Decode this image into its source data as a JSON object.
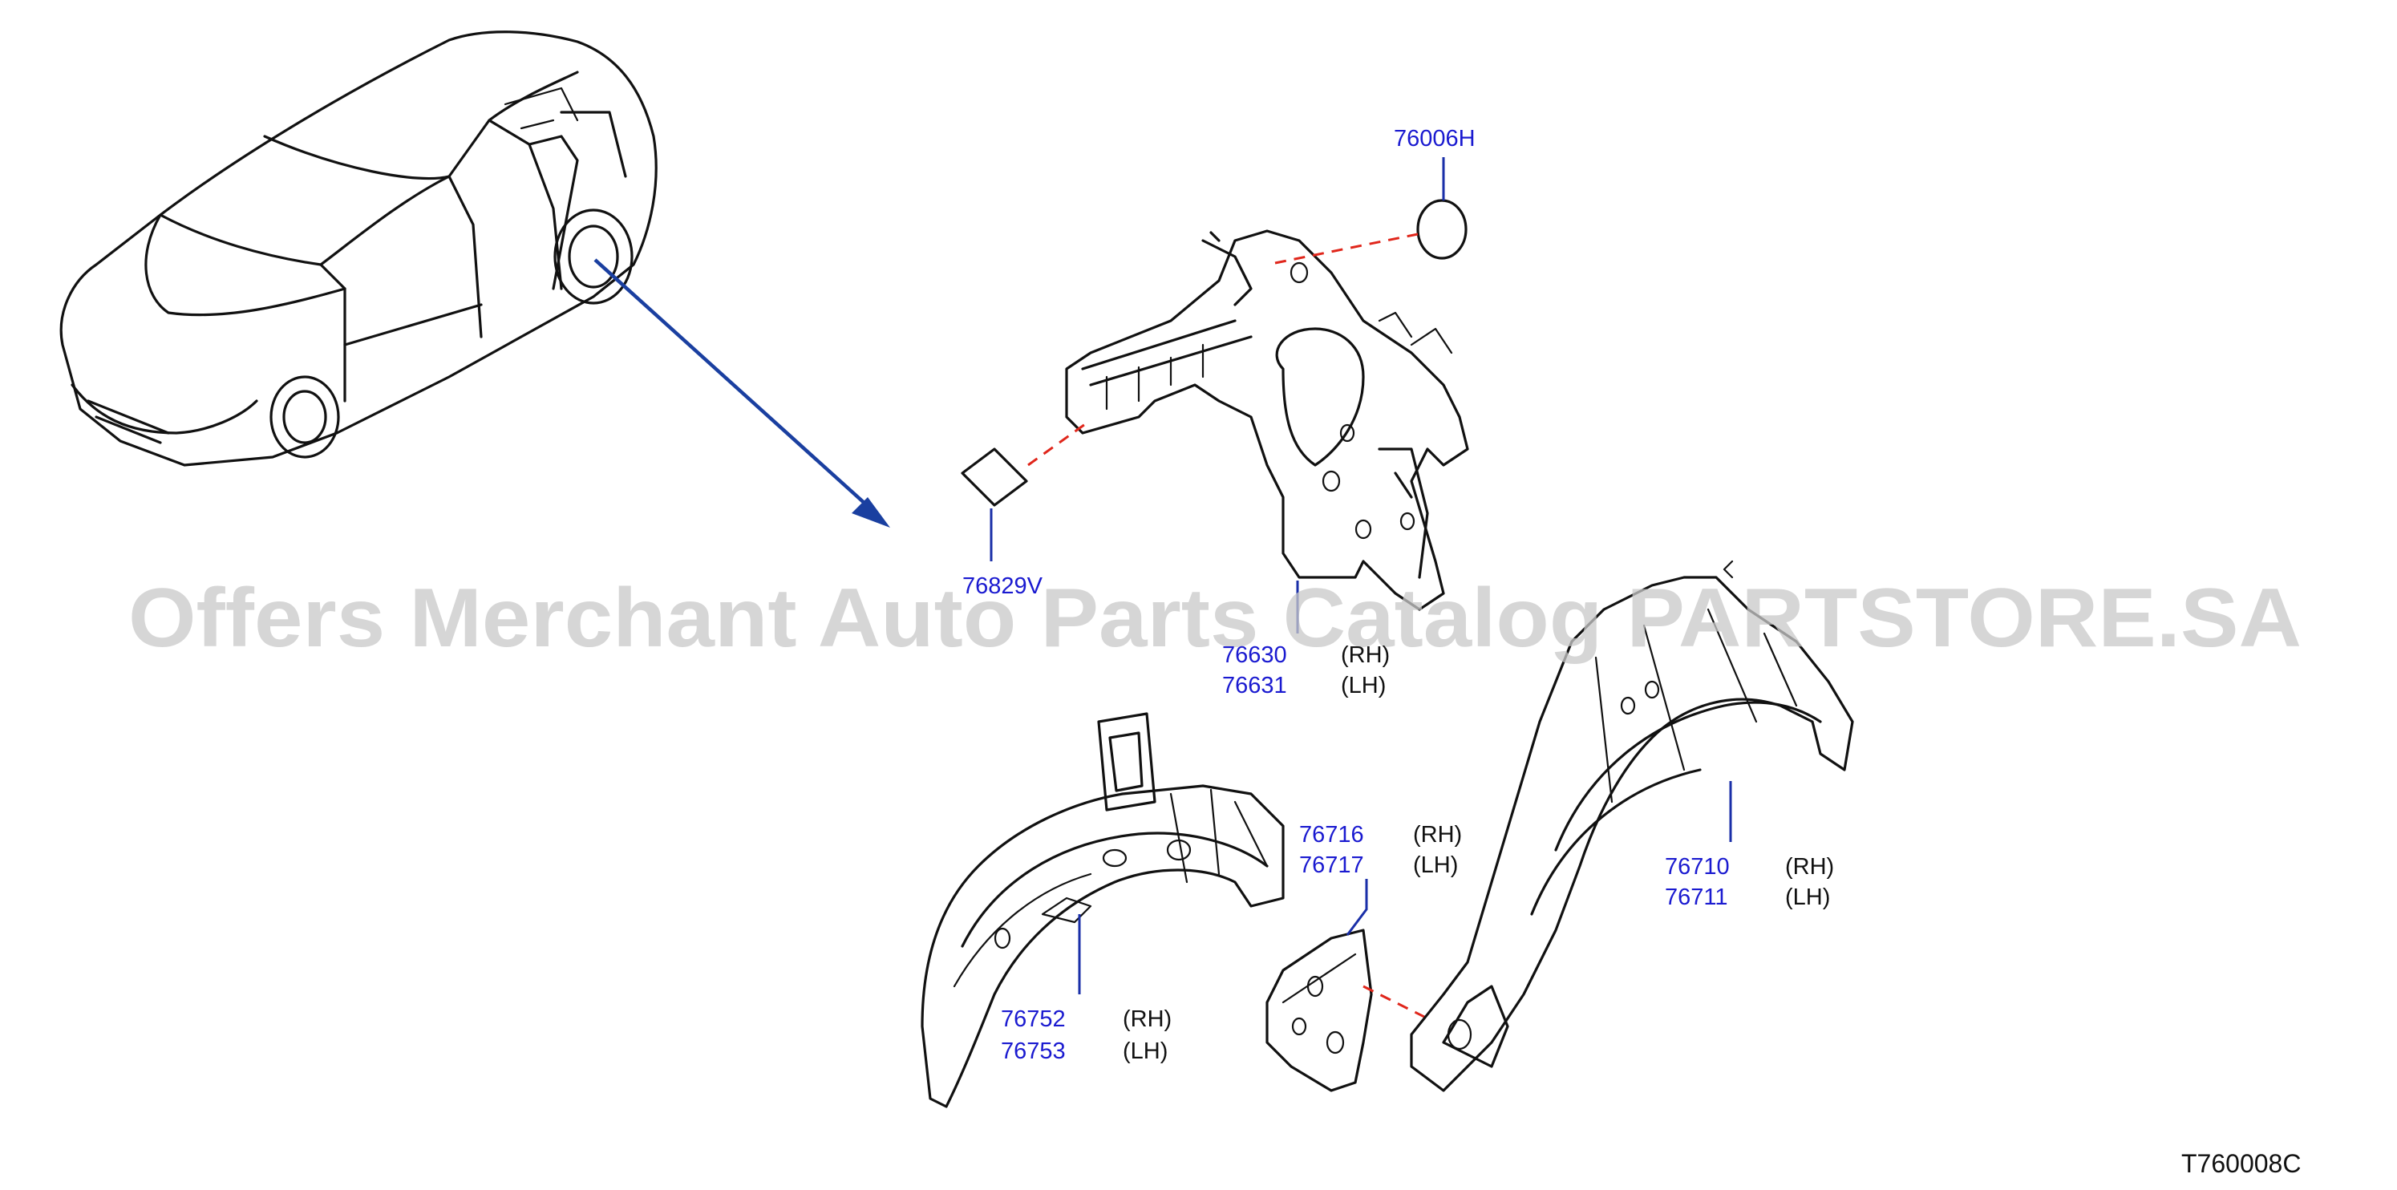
{
  "watermark": "Offers Merchant Auto Parts Catalog PARTSTORE.SA",
  "diagram_code": "T760008C",
  "callouts": [
    {
      "part": "76006H",
      "side": ""
    },
    {
      "part": "76829V",
      "side": ""
    },
    {
      "part": "76630",
      "side": "(RH)"
    },
    {
      "part": "76631",
      "side": "(LH)"
    },
    {
      "part": "76716",
      "side": "(RH)"
    },
    {
      "part": "76717",
      "side": "(LH)"
    },
    {
      "part": "76710",
      "side": "(RH)"
    },
    {
      "part": "76711",
      "side": "(LH)"
    },
    {
      "part": "76752",
      "side": "(RH)"
    },
    {
      "part": "76753",
      "side": "(LH)"
    }
  ],
  "colors": {
    "part_number": "#1a1ad0",
    "leader": "#1a2fa8",
    "dashed_link": "#e0261b",
    "watermark": "#c9c9c9"
  }
}
